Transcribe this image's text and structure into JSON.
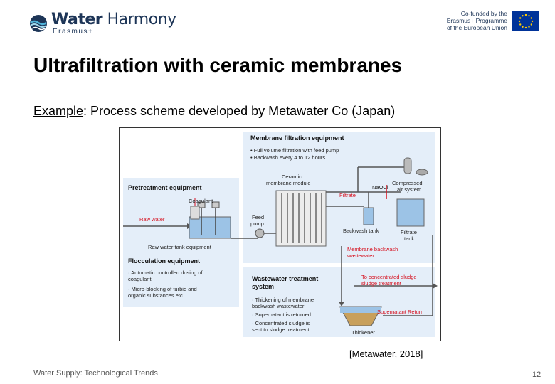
{
  "header": {
    "brand": "Water Harmony",
    "brand_first": "Water",
    "brand_second": "Harmony",
    "brand_sub": "Erasmus+",
    "eu_line1": "Co-funded by the",
    "eu_line2": "Erasmus+ Programme",
    "eu_line3": "of the European Union"
  },
  "slide": {
    "title": "Ultrafiltration with ceramic membranes",
    "subtitle_prefix": "Example",
    "subtitle_rest": ": Process scheme developed by Metawater Co (Japan)",
    "caption": "[Metawater, 2018]"
  },
  "diagram": {
    "membrane_title": "Membrane filtration equipment",
    "membrane_bullet1": "• Full volume filtration with feed pump",
    "membrane_bullet2": "• Backwash every 4 to 12 hours",
    "ceramic_module_1": "Ceramic",
    "ceramic_module_2": "membrane module",
    "filtrate": "Filtrate",
    "naocl": "NaOCl",
    "compressed_1": "Compressed",
    "compressed_2": "air system",
    "pretreat_title": "Pretreatment equipment",
    "coagulant": "Coagulant",
    "raw_water": "Raw water",
    "feed_pump_1": "Feed",
    "feed_pump_2": "pump",
    "backwash_tank": "Backwash tank",
    "filtrate_tank_1": "Filtrate",
    "filtrate_tank_2": "tank",
    "raw_water_tank": "Raw water tank equipment",
    "membrane_backwash_1": "Membrane backwash",
    "membrane_backwash_2": "wastewater",
    "floc_title": "Flocculation equipment",
    "floc_b1_1": "· Automatic controlled dosing of",
    "floc_b1_2": "  coagulant",
    "floc_b2_1": "· Micro-blocking of turbid and",
    "floc_b2_2": "  organic substances etc.",
    "ww_title_1": "Wastewater treatment",
    "ww_title_2": "system",
    "to_sludge_1": "To concentrated sludge",
    "to_sludge_2": "sludge treatment",
    "ww_b1_1": "· Thickening of membrane",
    "ww_b1_2": "  backwash wastewater",
    "ww_b2": "· Supernatant is returned.",
    "ww_b3_1": "· Concentrated sludge is",
    "ww_b3_2": "  sent to sludge treatment.",
    "supernatant": "Supernatant Return",
    "thickener": "Thickener"
  },
  "footer": {
    "left": "Water Supply:  Technological Trends",
    "page": "12"
  },
  "colors": {
    "panel": "#e4eef9",
    "accent_red": "#d6101e",
    "brand_blue": "#1d3557",
    "eu_blue": "#003399",
    "eu_star": "#ffcc00"
  }
}
